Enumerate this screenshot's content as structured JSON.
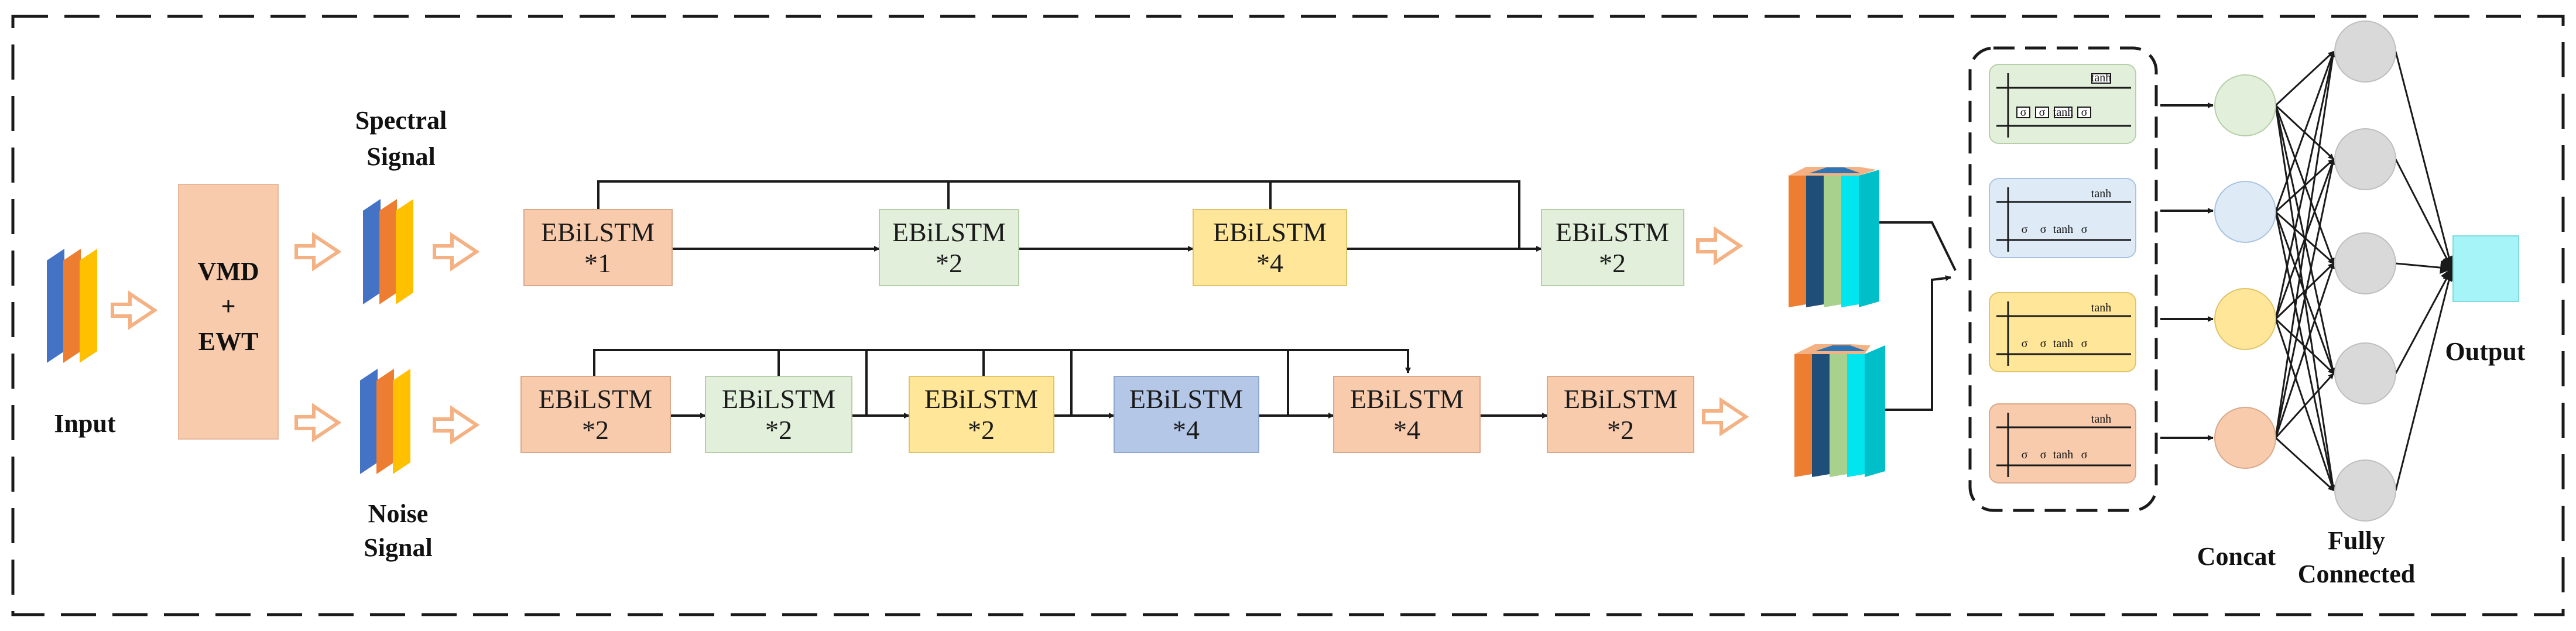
{
  "labels": {
    "input": "Input",
    "vmd": "VMD",
    "plus": "+",
    "ewt": "EWT",
    "spectral_1": "Spectral",
    "spectral_2": "Signal",
    "noise_1": "Noise",
    "noise_2": "Signal",
    "concat": "Concat",
    "fully_1": "Fully",
    "fully_2": "Connected",
    "output": "Output"
  },
  "top_branch": [
    {
      "name": "EBiLSTM",
      "mult": "*1",
      "color": "#f8cbad"
    },
    {
      "name": "EBiLSTM",
      "mult": "*2",
      "color": "#e2efda"
    },
    {
      "name": "EBiLSTM",
      "mult": "*4",
      "color": "#ffe699"
    },
    {
      "name": "EBiLSTM",
      "mult": "*2",
      "color": "#e2efda"
    }
  ],
  "bottom_branch": [
    {
      "name": "EBiLSTM",
      "mult": "*2",
      "color": "#f8cbad"
    },
    {
      "name": "EBiLSTM",
      "mult": "*2",
      "color": "#e2efda"
    },
    {
      "name": "EBiLSTM",
      "mult": "*2",
      "color": "#ffe699"
    },
    {
      "name": "EBiLSTM",
      "mult": "*4",
      "color": "#b4c7e7"
    },
    {
      "name": "EBiLSTM",
      "mult": "*4",
      "color": "#f8cbad"
    },
    {
      "name": "EBiLSTM",
      "mult": "*2",
      "color": "#f8cbad"
    }
  ],
  "lstm_cells": [
    {
      "color": "#e2efda",
      "gates": [
        "σ",
        "σ",
        "tanh",
        "σ"
      ],
      "out": "tanh"
    },
    {
      "color": "#deebf7",
      "gates": [
        "σ",
        "σ",
        "tanh",
        "σ"
      ],
      "out": "tanh"
    },
    {
      "color": "#ffe699",
      "gates": [
        "σ",
        "σ",
        "tanh",
        "σ"
      ],
      "out": "tanh"
    },
    {
      "color": "#f8cbad",
      "gates": [
        "σ",
        "σ",
        "tanh",
        "σ"
      ],
      "out": "tanh"
    }
  ],
  "concat_nodes": [
    "#e2efda",
    "#deebf7",
    "#ffe699",
    "#f8cbad"
  ],
  "fc_node_count": 5,
  "colors": {
    "arrow_orange": "#f4b183",
    "frame": "#1a1a1a",
    "fc_node": "#d9d9d9",
    "output_box": "#a6f3f8",
    "stack_orange": "#ed7d31",
    "stack_blue": "#2e75b6",
    "stack_yellow": "#ffc000",
    "stack_navy": "#1f4e79",
    "stack_green": "#a9d18e",
    "stack_cyan": "#00c8d2"
  }
}
